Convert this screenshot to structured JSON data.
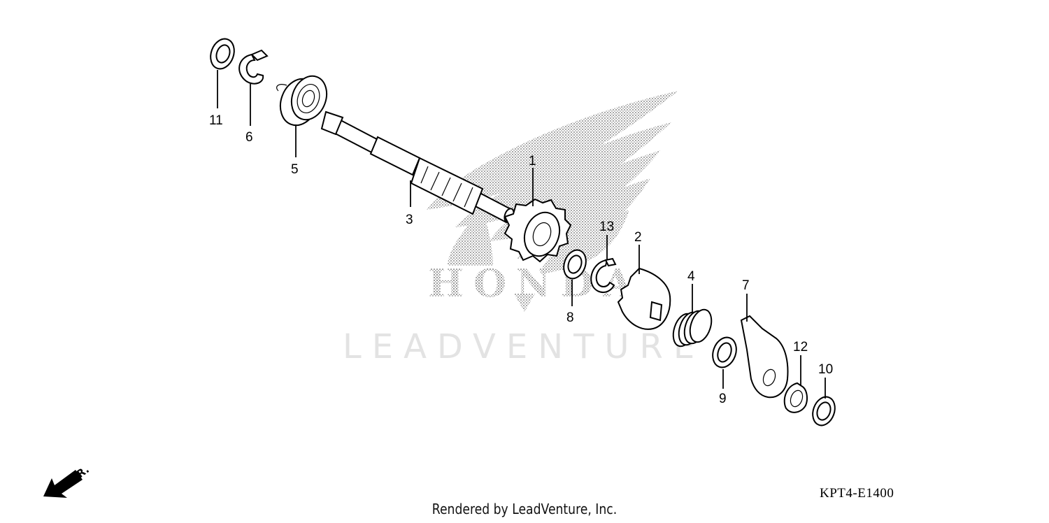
{
  "diagram": {
    "callouts": [
      {
        "id": "1",
        "label": "1"
      },
      {
        "id": "2",
        "label": "2"
      },
      {
        "id": "3",
        "label": "3"
      },
      {
        "id": "4",
        "label": "4"
      },
      {
        "id": "5",
        "label": "5"
      },
      {
        "id": "6",
        "label": "6"
      },
      {
        "id": "7",
        "label": "7"
      },
      {
        "id": "8",
        "label": "8"
      },
      {
        "id": "9",
        "label": "9"
      },
      {
        "id": "10",
        "label": "10"
      },
      {
        "id": "11",
        "label": "11"
      },
      {
        "id": "12",
        "label": "12"
      },
      {
        "id": "13",
        "label": "13"
      }
    ],
    "direction_label": "FR.",
    "diagram_code": "KPT4-E1400",
    "watermark_brand": "HONDA",
    "watermark_text": "LEADVENTURE",
    "credit": "Rendered by LeadVenture, Inc."
  }
}
